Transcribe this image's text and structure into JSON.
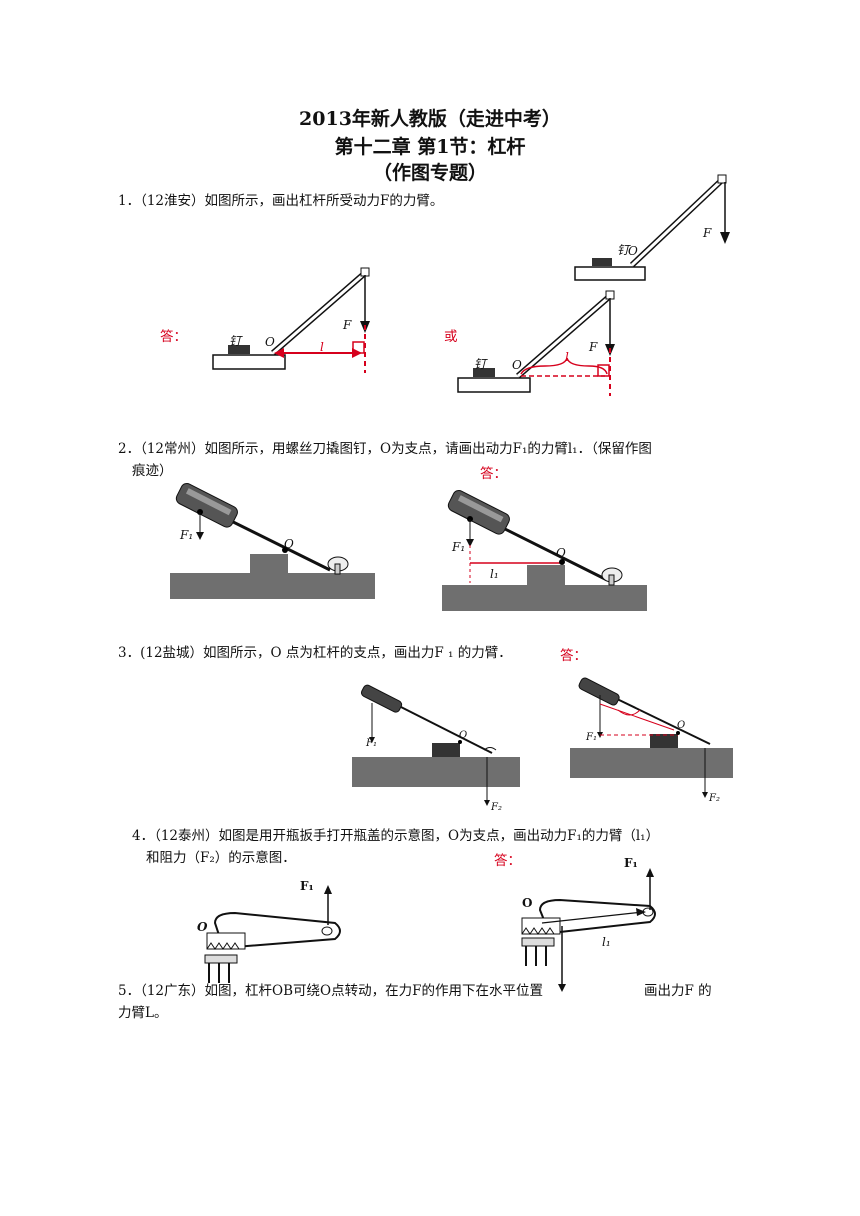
{
  "title": {
    "line1": "2013年新人教版（走进中考）",
    "line2": "第十二章 第1节：杠杆",
    "line3": "（作图专题）"
  },
  "questions": [
    {
      "text": "1．（12淮安）如图所示，画出杠杆所受动力F的力臂。",
      "answer_label": "答：",
      "or_label": "或"
    },
    {
      "text": "2．（12常州）如图所示，用螺丝刀撬图钉，O为支点，请画出动力F₁的力臂l₁．（保留作图",
      "text2": "痕迹）",
      "answer_label": "答："
    },
    {
      "text": "3．(12盐城）如图所示，O 点为杠杆的支点，画出力F ₁ 的力臂．",
      "answer_label": "答："
    },
    {
      "text": "4．（12泰州）如图是用开瓶扳手打开瓶盖的示意图，O为支点，画出动力F₁的力臂（l₁）",
      "text2": "和阻力（F₂）的示意图．",
      "answer_label": "答："
    },
    {
      "text": "5．（12广东）如图，杠杆OB可绕O点转动，在力F的作用下在水平位置",
      "text_tail": "画出力F 的",
      "text2": "力臂L。"
    }
  ],
  "figure_labels": {
    "F": "F",
    "O": "O",
    "nail": "钉",
    "l": "l",
    "F1": "F₁",
    "F2": "F₂",
    "l1": "l₁"
  },
  "colors": {
    "answer": "#d6001c",
    "ink": "#111111",
    "wood": "#6f6f6f"
  }
}
